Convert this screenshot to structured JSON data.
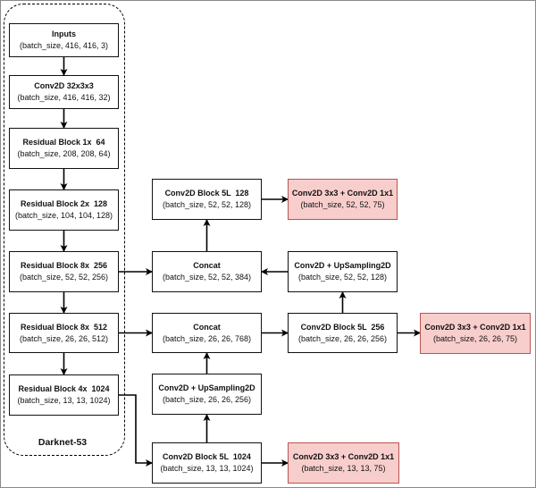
{
  "group_label": "Darknet-53",
  "nodes": [
    {
      "id": "inputs",
      "title": "Inputs",
      "shape": "(batch_size, 416, 416, 3)"
    },
    {
      "id": "conv32",
      "title": "Conv2D 32x3x3",
      "shape": "(batch_size, 416, 416, 32)"
    },
    {
      "id": "res1",
      "title": "Residual Block 1x  64",
      "shape": "(batch_size, 208, 208, 64)"
    },
    {
      "id": "res2",
      "title": "Residual Block 2x  128",
      "shape": "(batch_size, 104, 104, 128)"
    },
    {
      "id": "res8a",
      "title": "Residual Block 8x  256",
      "shape": "(batch_size, 52, 52, 256)"
    },
    {
      "id": "res8b",
      "title": "Residual Block 8x  512",
      "shape": "(batch_size, 26, 26, 512)"
    },
    {
      "id": "res4",
      "title": "Residual Block 4x  1024",
      "shape": "(batch_size, 13, 13, 1024)"
    },
    {
      "id": "blk128",
      "title": "Conv2D Block 5L  128",
      "shape": "(batch_size, 52, 52, 128)"
    },
    {
      "id": "cat384",
      "title": "Concat",
      "shape": "(batch_size, 52, 52, 384)"
    },
    {
      "id": "cat768",
      "title": "Concat",
      "shape": "(batch_size, 26, 26, 768)"
    },
    {
      "id": "up256",
      "title": "Conv2D + UpSampling2D",
      "shape": "(batch_size, 26, 26, 256)"
    },
    {
      "id": "blk1024",
      "title": "Conv2D Block 5L  1024",
      "shape": "(batch_size, 13, 13, 1024)"
    },
    {
      "id": "out52",
      "title": "Conv2D 3x3 + Conv2D 1x1",
      "shape": "(batch_size, 52, 52, 75)",
      "highlight": true
    },
    {
      "id": "up128",
      "title": "Conv2D + UpSampling2D",
      "shape": "(batch_size, 52, 52, 128)"
    },
    {
      "id": "blk256",
      "title": "Conv2D Block 5L  256",
      "shape": "(batch_size, 26, 26, 256)"
    },
    {
      "id": "out26",
      "title": "Conv2D 3x3 + Conv2D 1x1",
      "shape": "(batch_size, 26, 26, 75)",
      "highlight": true
    },
    {
      "id": "out13",
      "title": "Conv2D 3x3 + Conv2D 1x1",
      "shape": "(batch_size, 13, 13, 75)",
      "highlight": true
    }
  ],
  "edges": [
    [
      "inputs",
      "conv32"
    ],
    [
      "conv32",
      "res1"
    ],
    [
      "res1",
      "res2"
    ],
    [
      "res2",
      "res8a"
    ],
    [
      "res8a",
      "res8b"
    ],
    [
      "res8b",
      "res4"
    ],
    [
      "res8a",
      "cat384"
    ],
    [
      "res8b",
      "cat768"
    ],
    [
      "res4",
      "blk1024"
    ],
    [
      "blk1024",
      "out13"
    ],
    [
      "blk1024",
      "up256"
    ],
    [
      "up256",
      "cat768"
    ],
    [
      "cat768",
      "blk256"
    ],
    [
      "blk256",
      "out26"
    ],
    [
      "blk256",
      "up128"
    ],
    [
      "up128",
      "cat384"
    ],
    [
      "cat384",
      "blk128"
    ],
    [
      "blk128",
      "out52"
    ]
  ],
  "colors": {
    "highlight_fill": "#f8cecc",
    "highlight_border": "#b85450"
  }
}
